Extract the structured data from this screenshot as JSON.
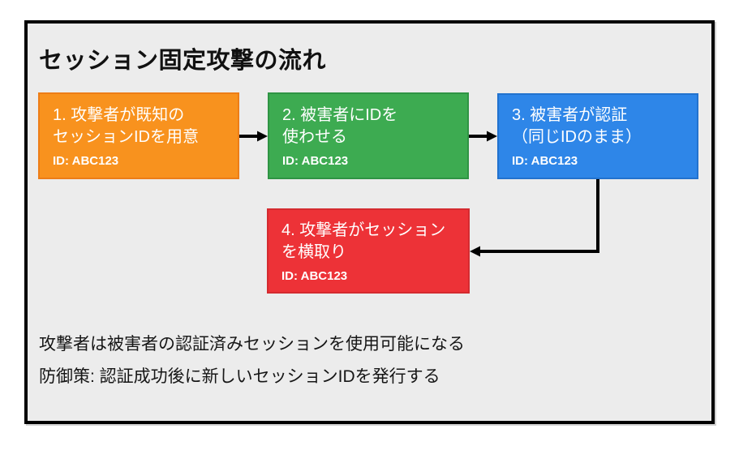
{
  "colors": {
    "background": "#FFFFFF",
    "panel": "#ECECEC",
    "frame_border": "#000000",
    "arrow": "#000000",
    "step_text": "#FFFFFF"
  },
  "diagram": {
    "title": "セッション固定攻撃の流れ",
    "steps": [
      {
        "label": "1. 攻撃者が既知の\nセッションIDを用意",
        "session_id": "ID: ABC123",
        "fill": "#F8921E",
        "border": "#ED7D17"
      },
      {
        "label": "2. 被害者にIDを\n使わせる",
        "session_id": "ID: ABC123",
        "fill": "#3DAB51",
        "border": "#2F9444"
      },
      {
        "label": "3. 被害者が認証\n（同じIDのまま）",
        "session_id": "ID: ABC123",
        "fill": "#2E86E8",
        "border": "#2272CE"
      },
      {
        "label": "4. 攻撃者がセッション\nを横取り",
        "session_id": "ID: ABC123",
        "fill": "#ED3237",
        "border": "#D42B30"
      }
    ],
    "notes": {
      "line1": "攻撃者は被害者の認証済みセッションを使用可能になる",
      "line2": "防御策: 認証成功後に新しいセッションIDを発行する"
    }
  }
}
